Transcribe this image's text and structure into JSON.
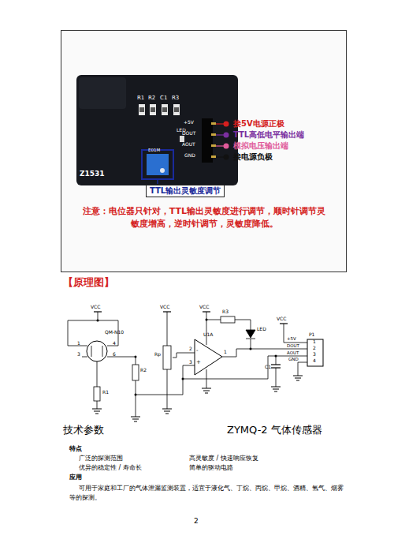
{
  "diagram": {
    "nodes": [
      {
        "text": [
          "注意：电位器只针对，TTL输出灵敏度进行调节，顺时针调节灵敏度增高，逆时针调节，灵敏度降低。"
        ]
      },
      {
        "text": [
          "TTL输出灵敏度调节"
        ],
        "in": 0
      }
    ],
    "labels": [
      "R1",
      "R2",
      "C1",
      "R3",
      "+5V",
      "DOUT",
      "AOUT",
      "GND",
      "LED",
      "Z1531",
      "E01M",
      "接5V电源正极",
      "TTL高低电平输出端",
      "模拟电压输出端",
      "接电源负极",
      "【原理图】",
      "VCC",
      "VCC",
      "VCC",
      "VCC",
      "QM-N10",
      "1",
      "3",
      "4",
      "6",
      "R1",
      "R2",
      "Rp",
      "R3",
      "LED",
      "U1A",
      "C1",
      "2",
      "3",
      "1",
      "-",
      "+",
      "P1",
      "1",
      "2",
      "3",
      "4",
      "+5V",
      "DOUT",
      "AOUT",
      "GND",
      "技术参数",
      "ZYMQ-2 气体传感器",
      "特点",
      "广泛的探测范围",
      "高灵敏度 / 快速响应恢复",
      "优异的稳定性 / 寿命长",
      "简单的驱动电路",
      "应用",
      "可用于家庭和工厂的气体泄漏监测装置，适宜于液化气、丁烷、丙烷、甲烷、酒精、氢气、烟雾等的探测。",
      "2"
    ]
  }
}
